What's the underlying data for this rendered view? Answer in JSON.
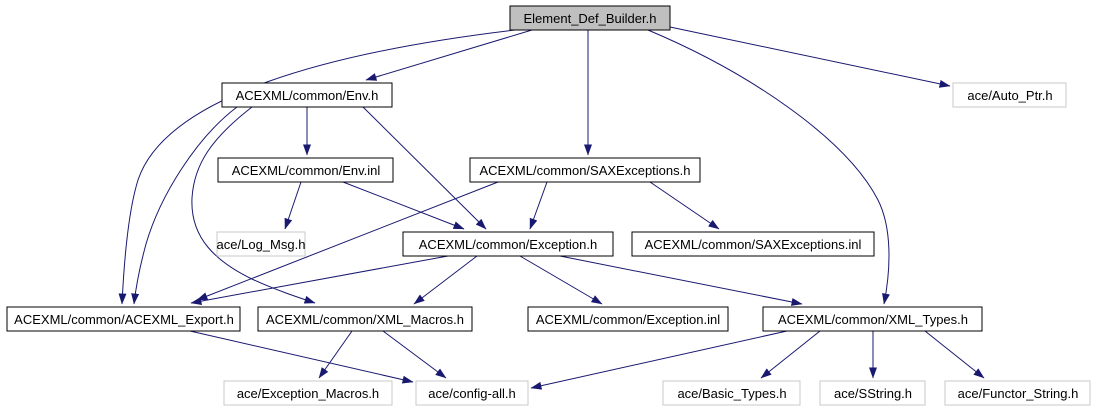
{
  "diagram": {
    "type": "include-dependency-graph",
    "root": "Element_Def_Builder.h",
    "colors": {
      "edge": "#191970",
      "internal_node_border": "#000000",
      "external_node_border": "#c8c8c8",
      "root_node_fill": "#bfbfbf",
      "node_fill": "#ffffff",
      "text": "#000000",
      "background": "#ffffff"
    },
    "nodes": {
      "element_def_builder": {
        "label": "Element_Def_Builder.h",
        "kind": "main"
      },
      "env_h": {
        "label": "ACEXML/common/Env.h",
        "kind": "internal"
      },
      "auto_ptr": {
        "label": "ace/Auto_Ptr.h",
        "kind": "external"
      },
      "env_inl": {
        "label": "ACEXML/common/Env.inl",
        "kind": "internal"
      },
      "saxexceptions_h": {
        "label": "ACEXML/common/SAXExceptions.h",
        "kind": "internal"
      },
      "log_msg": {
        "label": "ace/Log_Msg.h",
        "kind": "external"
      },
      "exception_h": {
        "label": "ACEXML/common/Exception.h",
        "kind": "internal"
      },
      "saxexceptions_inl": {
        "label": "ACEXML/common/SAXExceptions.inl",
        "kind": "internal"
      },
      "acexml_export": {
        "label": "ACEXML/common/ACEXML_Export.h",
        "kind": "internal"
      },
      "xml_macros": {
        "label": "ACEXML/common/XML_Macros.h",
        "kind": "internal"
      },
      "exception_inl": {
        "label": "ACEXML/common/Exception.inl",
        "kind": "internal"
      },
      "xml_types": {
        "label": "ACEXML/common/XML_Types.h",
        "kind": "internal"
      },
      "exception_macros": {
        "label": "ace/Exception_Macros.h",
        "kind": "external"
      },
      "config_all": {
        "label": "ace/config-all.h",
        "kind": "external"
      },
      "basic_types": {
        "label": "ace/Basic_Types.h",
        "kind": "external"
      },
      "sstring": {
        "label": "ace/SString.h",
        "kind": "external"
      },
      "functor_string": {
        "label": "ace/Functor_String.h",
        "kind": "external"
      }
    },
    "edges": [
      {
        "from": "element_def_builder",
        "to": "env_h"
      },
      {
        "from": "element_def_builder",
        "to": "saxexceptions_h"
      },
      {
        "from": "element_def_builder",
        "to": "auto_ptr"
      },
      {
        "from": "element_def_builder",
        "to": "acexml_export"
      },
      {
        "from": "element_def_builder",
        "to": "xml_types"
      },
      {
        "from": "env_h",
        "to": "env_inl"
      },
      {
        "from": "env_h",
        "to": "acexml_export"
      },
      {
        "from": "env_h",
        "to": "xml_macros"
      },
      {
        "from": "env_h",
        "to": "exception_h"
      },
      {
        "from": "env_inl",
        "to": "log_msg"
      },
      {
        "from": "env_inl",
        "to": "exception_h"
      },
      {
        "from": "saxexceptions_h",
        "to": "exception_h"
      },
      {
        "from": "saxexceptions_h",
        "to": "saxexceptions_inl"
      },
      {
        "from": "saxexceptions_h",
        "to": "acexml_export"
      },
      {
        "from": "exception_h",
        "to": "acexml_export"
      },
      {
        "from": "exception_h",
        "to": "xml_macros"
      },
      {
        "from": "exception_h",
        "to": "exception_inl"
      },
      {
        "from": "exception_h",
        "to": "xml_types"
      },
      {
        "from": "acexml_export",
        "to": "config_all"
      },
      {
        "from": "xml_macros",
        "to": "exception_macros"
      },
      {
        "from": "xml_macros",
        "to": "config_all"
      },
      {
        "from": "xml_types",
        "to": "config_all"
      },
      {
        "from": "xml_types",
        "to": "basic_types"
      },
      {
        "from": "xml_types",
        "to": "sstring"
      },
      {
        "from": "xml_types",
        "to": "functor_string"
      }
    ]
  }
}
